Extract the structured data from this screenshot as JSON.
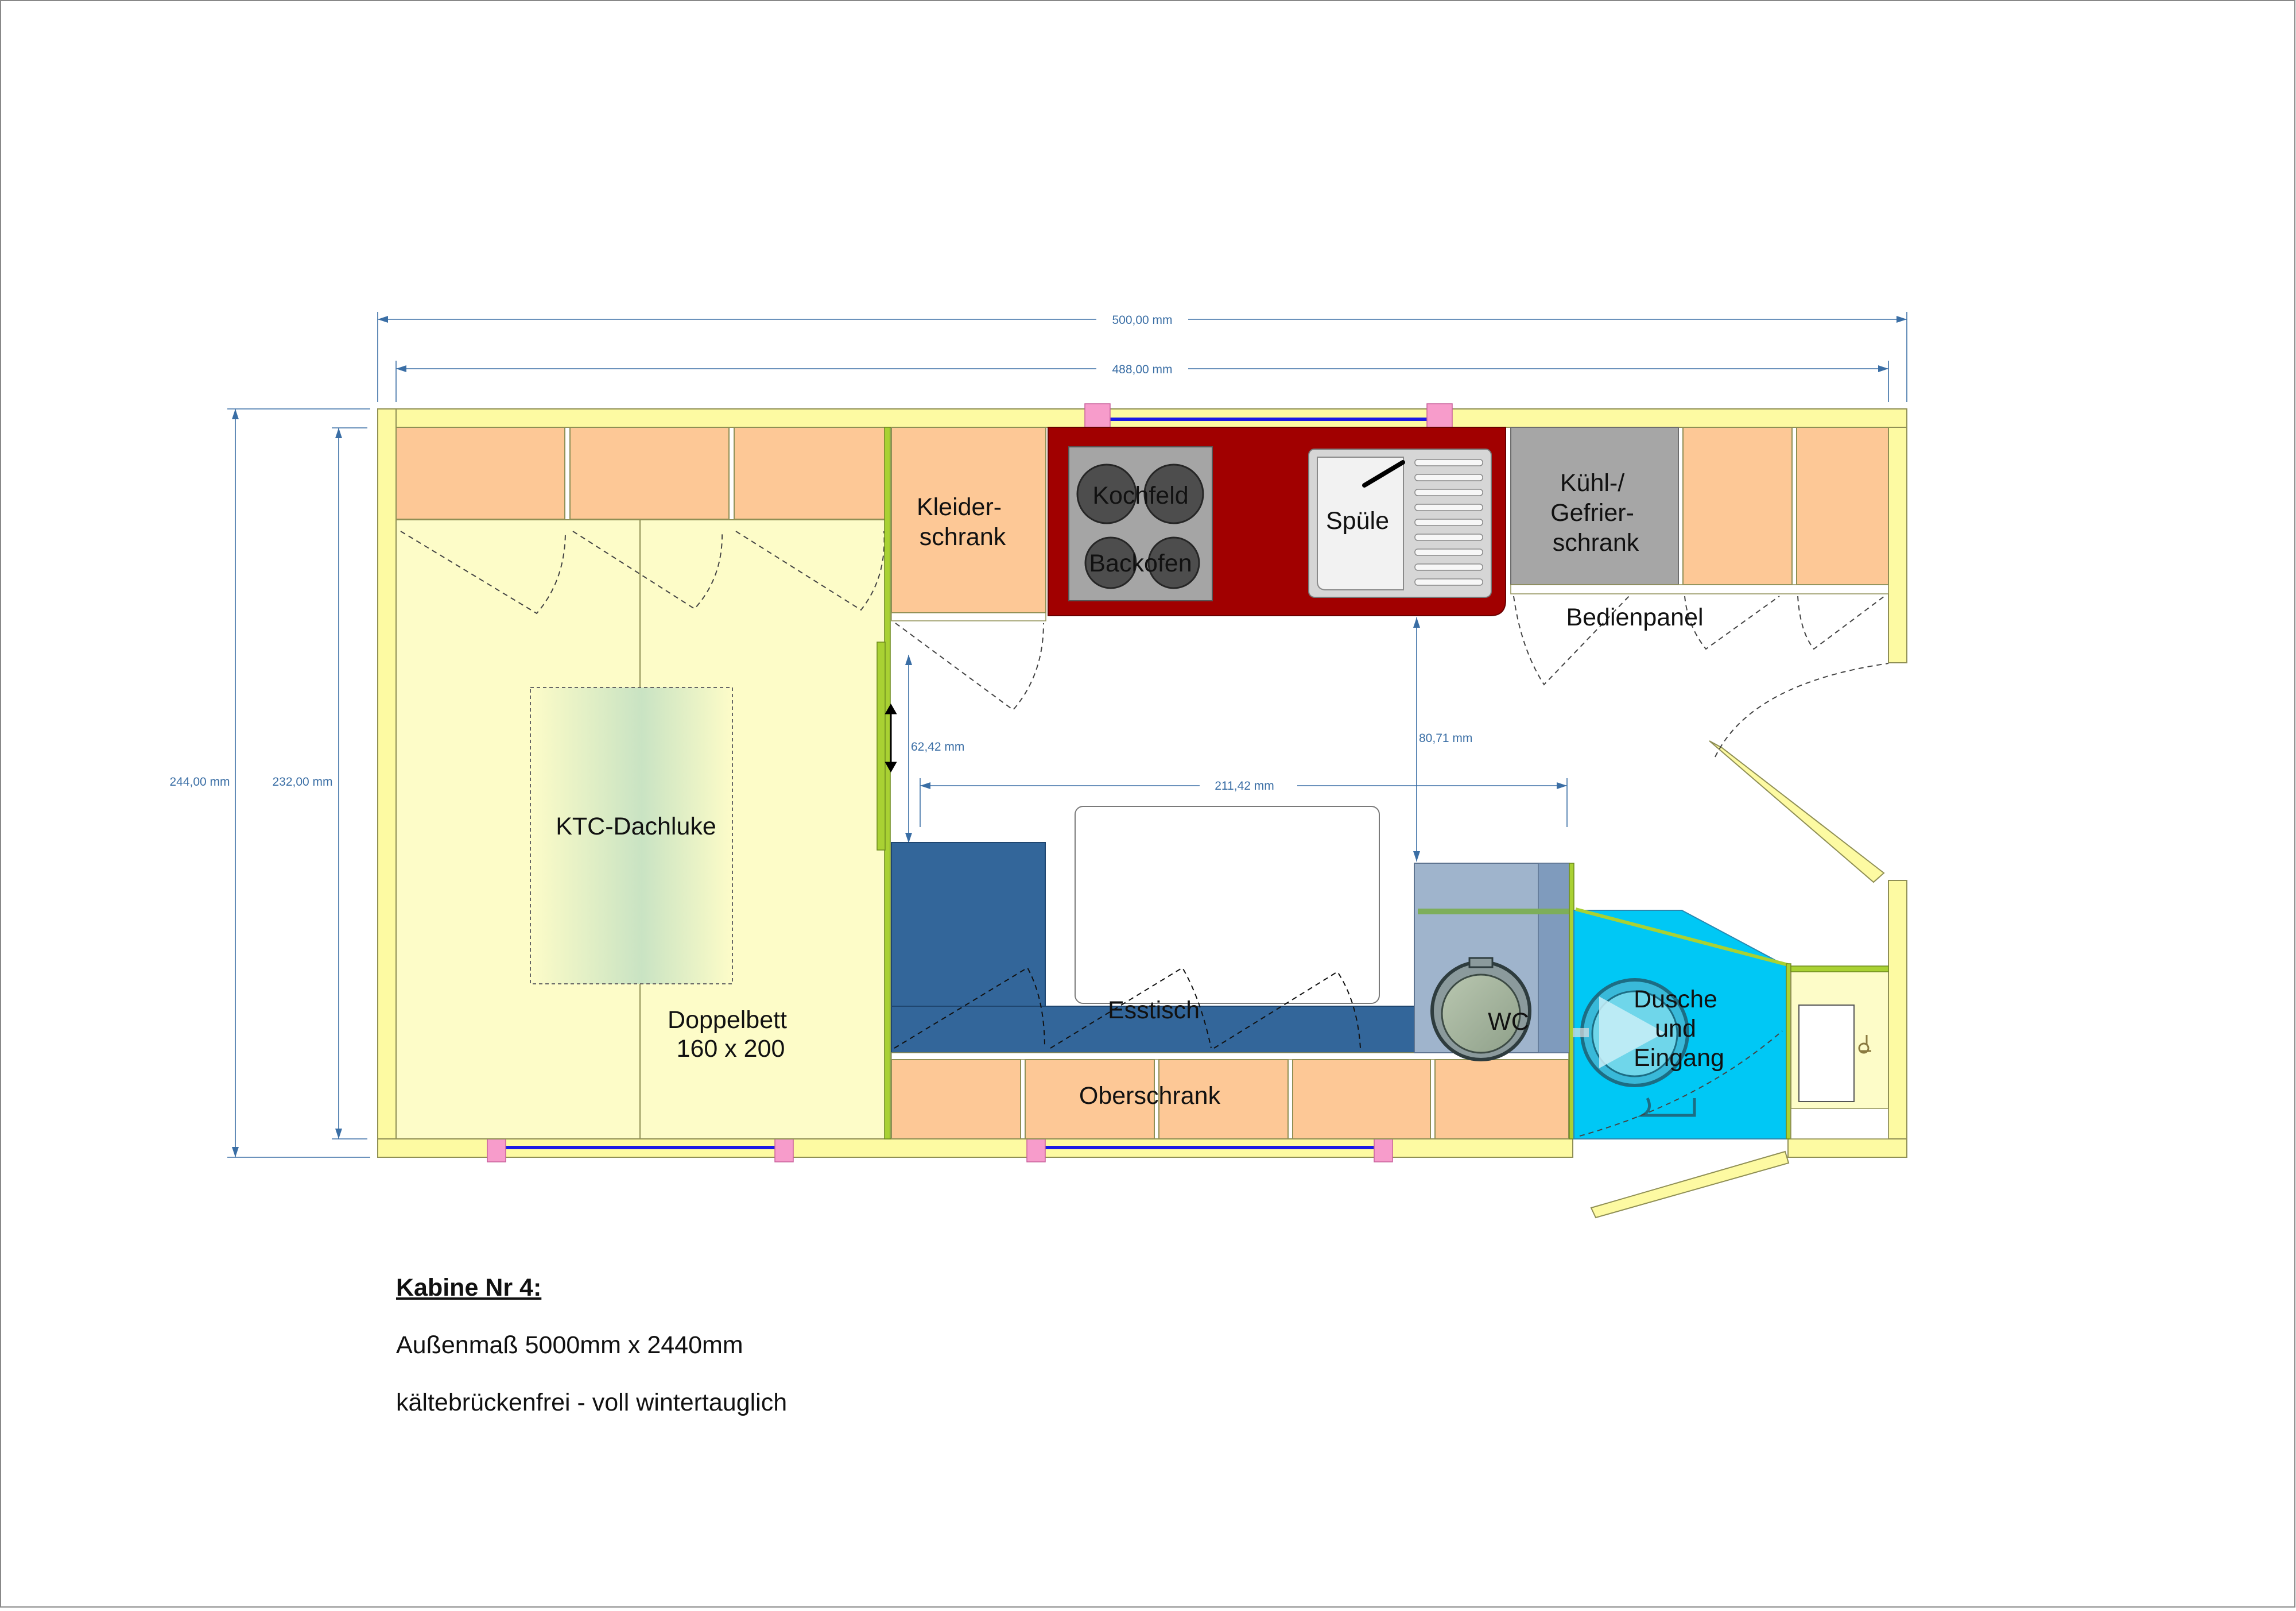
{
  "colors": {
    "wall": "#fdfaa2",
    "wall_border": "#8f8f55",
    "cabinet": "#fdc896",
    "bed": "#fdfcc8",
    "kitchen_counter": "#a10000",
    "dining": "#33669a",
    "wc_cabinet": "#9fb4cc",
    "shower": "#00c8f5",
    "fridge": "#a6a6a6",
    "window_glass": "#1a1ae6",
    "window_frame": "#f79ccb",
    "partition": "#a9d133",
    "dimension": "#3a6ea5"
  },
  "dimensions": {
    "outer_length": "500,00 mm",
    "inner_length": "488,00 mm",
    "outer_width": "244,00 mm",
    "inner_width": "232,00 mm",
    "passage": "62,42 mm",
    "aisle": "80,71 mm",
    "dining_length": "211,42 mm"
  },
  "labels": {
    "wardrobe": [
      "Kleider-",
      "schrank"
    ],
    "hob": "Kochfeld",
    "oven": "Backofen",
    "sink": "Spüle",
    "fridge": [
      "Kühl-/",
      "Gefrier-",
      "schrank"
    ],
    "control_panel": "Bedienpanel",
    "roof_hatch": "KTC-Dachluke",
    "bed": [
      "Doppelbett",
      "160 x 200"
    ],
    "dining_table": "Esstisch",
    "wc": "WC",
    "shower": [
      "Dusche",
      "und",
      "Eingang"
    ],
    "overhead_cabinet": "Oberschrank"
  },
  "notes": {
    "title": "Kabine Nr 4:",
    "size": "Außenmaß 5000mm x 2440mm",
    "insulation": "kältebrückenfrei - voll wintertauglich"
  }
}
